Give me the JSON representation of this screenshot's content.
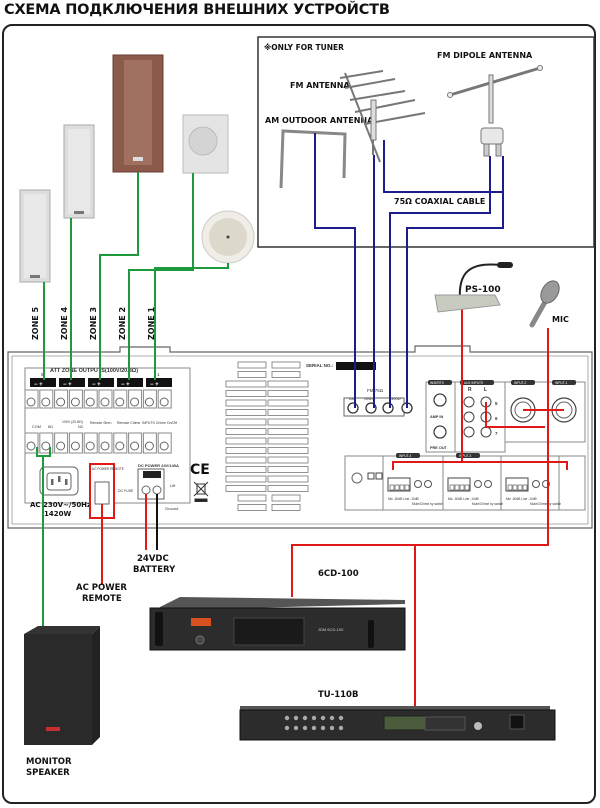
{
  "title": "СХЕМА ПОДКЛЮЧЕНИЯ ВНЕШНИХ УСТРОЙСТВ",
  "antenna_box": {
    "note": "※ONLY FOR TUNER",
    "fm_antenna": "FM ANTENNA",
    "fm_dipole": "FM DIPOLE ANTENNA",
    "am_outdoor": "AM OUTDOOR ANTENNA",
    "cable": "75Ω COAXIAL CABLE"
  },
  "zones": [
    "ZONE 5",
    "ZONE 4",
    "ZONE 3",
    "ZONE 2",
    "ZONE 1"
  ],
  "amplifier": {
    "zone_outputs_label": "ATT ZONE OUTPUTS(100V/20.8Ω)",
    "zone_numbers": [
      "5",
      "4",
      "3",
      "2",
      "1"
    ],
    "terminal_labels": [
      "COM",
      "8Ω",
      "100V (20.8Ω)",
      "NC",
      "Remote Siren",
      "Remote Chime",
      "INPUTS Chime On/Off"
    ],
    "ac_label_line1": "AC 230V~/50Hz",
    "ac_label_line2": "1420W",
    "ac_power_remote_label": "AC POWER REMOTE",
    "dc_fuse": "DC FUSE",
    "dc_power": "DC POWER 24V/140A",
    "lift": "Lift",
    "ground": "Ground",
    "serial_label": "SERIAL NO.:",
    "fm_label": "FM 75Ω",
    "fm_terms": [
      "AM",
      "GND",
      "300Ω"
    ],
    "inserts": "INSERTS",
    "amp_in": "AMP IN",
    "pre_out": "PRE OUT",
    "aux_inputs": "AUX INPUTS",
    "aux_r": "R",
    "aux_l": "L",
    "aux_nums": [
      "5",
      "6",
      "7"
    ],
    "input_2": "INPUT-2",
    "input_1": "INPUT-1",
    "input_4": "INPUT-4",
    "input_3": "INPUT-3",
    "mic_line": "Mic -50dB Line -10dB",
    "mute_chime": "Mute/Chime by switch",
    "ce_mark": "CE"
  },
  "devices": {
    "ps100": "PS-100",
    "mic": "MIC",
    "battery_line1": "24VDC",
    "battery_line2": "BATTERY",
    "ac_remote_line1": "AC POWER",
    "ac_remote_line2": "REMOTE",
    "cd_player": "6CD-100",
    "tuner": "TU-110B",
    "monitor_line1": "MONITOR",
    "monitor_line2": "SPEAKER"
  },
  "colors": {
    "speaker_wire": "#1e9a3c",
    "antenna_wire": "#1c1c8c",
    "audio_wire": "#e01818",
    "power_wire": "#111111"
  }
}
